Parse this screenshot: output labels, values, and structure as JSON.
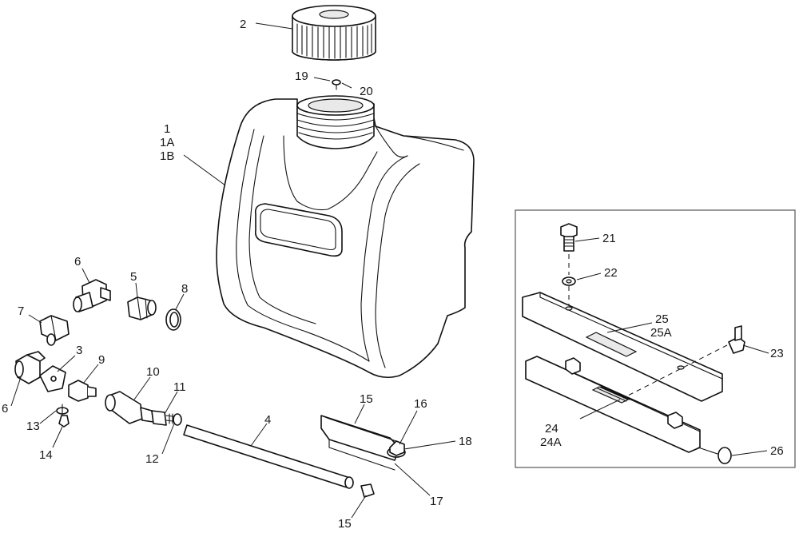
{
  "callouts": {
    "c1": "1",
    "c1a": "1A",
    "c1b": "1B",
    "c2": "2",
    "c3": "3",
    "c4": "4",
    "c5": "5",
    "c6a": "6",
    "c6b": "6",
    "c7": "7",
    "c8": "8",
    "c9": "9",
    "c10": "10",
    "c11": "11",
    "c12": "12",
    "c13": "13",
    "c14": "14",
    "c15a": "15",
    "c15b": "15",
    "c16": "16",
    "c17": "17",
    "c18": "18",
    "c19": "19",
    "c20": "20",
    "c21": "21",
    "c22": "22",
    "c23": "23",
    "c24": "24",
    "c24a": "24A",
    "c25": "25",
    "c25a": "25A",
    "c26": "26"
  },
  "colors": {
    "line": "#111111",
    "background": "#ffffff",
    "shade": "#e9e9e9"
  }
}
